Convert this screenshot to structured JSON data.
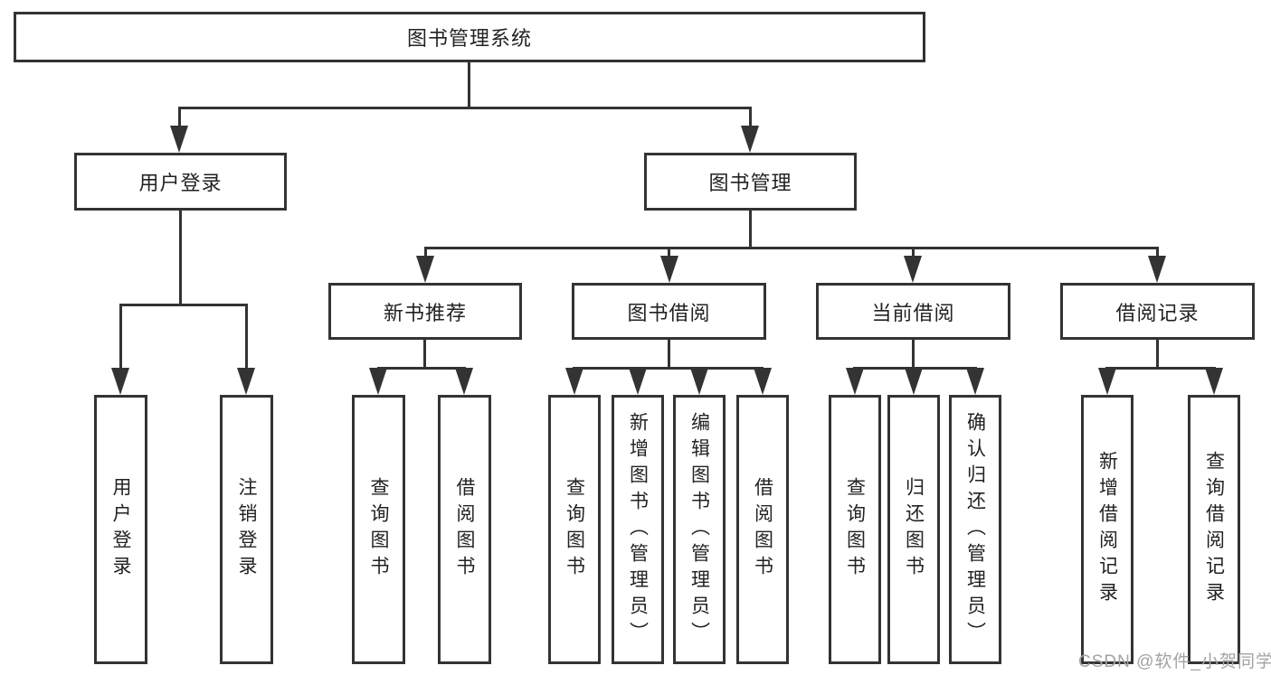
{
  "colors": {
    "line": "#333333",
    "text": "#222222",
    "watermark": "#a3a3a3",
    "background": "#ffffff"
  },
  "tree": {
    "root": {
      "label": "图书管理系统"
    },
    "branches": [
      {
        "label": "用户登录",
        "children": [
          {
            "label": "用户登录"
          },
          {
            "label": "注销登录"
          }
        ]
      },
      {
        "label": "图书管理",
        "children": [
          {
            "label": "新书推荐",
            "children": [
              {
                "label": "查询图书"
              },
              {
                "label": "借阅图书"
              }
            ]
          },
          {
            "label": "图书借阅",
            "children": [
              {
                "label": "查询图书"
              },
              {
                "label": "新增图书（管理员）"
              },
              {
                "label": "编辑图书（管理员）"
              },
              {
                "label": "借阅图书"
              }
            ]
          },
          {
            "label": "当前借阅",
            "children": [
              {
                "label": "查询图书"
              },
              {
                "label": "归还图书"
              },
              {
                "label": "确认归还（管理员）"
              }
            ]
          },
          {
            "label": "借阅记录",
            "children": [
              {
                "label": "新增借阅记录"
              },
              {
                "label": "查询借阅记录"
              }
            ]
          }
        ]
      }
    ]
  },
  "watermark": {
    "text": "CSDN @软件_小贺同学"
  }
}
